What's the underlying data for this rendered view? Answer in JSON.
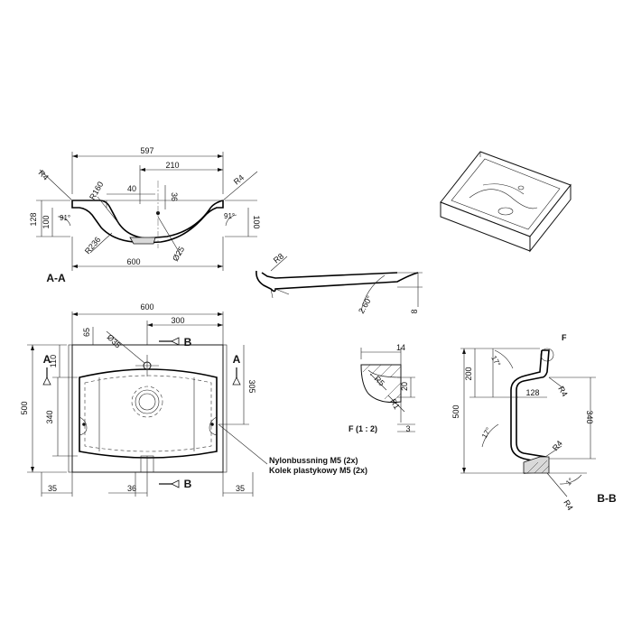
{
  "section_aa": {
    "label": "A-A",
    "dims": {
      "w597": "597",
      "w210": "210",
      "w40": "40",
      "w36": "36",
      "w600": "600",
      "h128": "128",
      "h100_left": "100",
      "h100_right": "100",
      "a91": "91°",
      "a91_right": "91°",
      "r4_left": "R4",
      "r4_right": "R4",
      "r160": "R160",
      "r236": "R236",
      "d25": "Ø25"
    }
  },
  "detail_profile": {
    "dims": {
      "r8": "R8",
      "a260": "2.60°",
      "h8": "8"
    }
  },
  "plan_view": {
    "dims": {
      "w600": "600",
      "w300": "300",
      "h65": "65",
      "d35": "Ø35",
      "h110": "110",
      "h500": "500",
      "h340": "340",
      "h305": "305",
      "w35_left": "35",
      "w36": "36",
      "w35_right": "35"
    },
    "markers": {
      "a_left": "A",
      "a_right": "A",
      "b_top": "B",
      "b_bottom": "B"
    },
    "notes": {
      "line1": "Nylonbussning M5 (2x)",
      "line2": "Kolek plastykowy M5 (2x)"
    }
  },
  "detail_f": {
    "label": "F (1 : 2)",
    "dims": {
      "w14": "14",
      "h20": "20",
      "r5": "R5",
      "r1": "R1",
      "h3": "3"
    }
  },
  "section_bb": {
    "label": "B-B",
    "detail_marker": "F",
    "dims": {
      "a17_top": "17°",
      "h200": "200",
      "w128": "128",
      "r4_top": "R4",
      "h500": "500",
      "h340": "340",
      "a17_mid": "17°",
      "r4_mid": "R4",
      "a1": "1°",
      "r4_bottom": "R4"
    }
  }
}
